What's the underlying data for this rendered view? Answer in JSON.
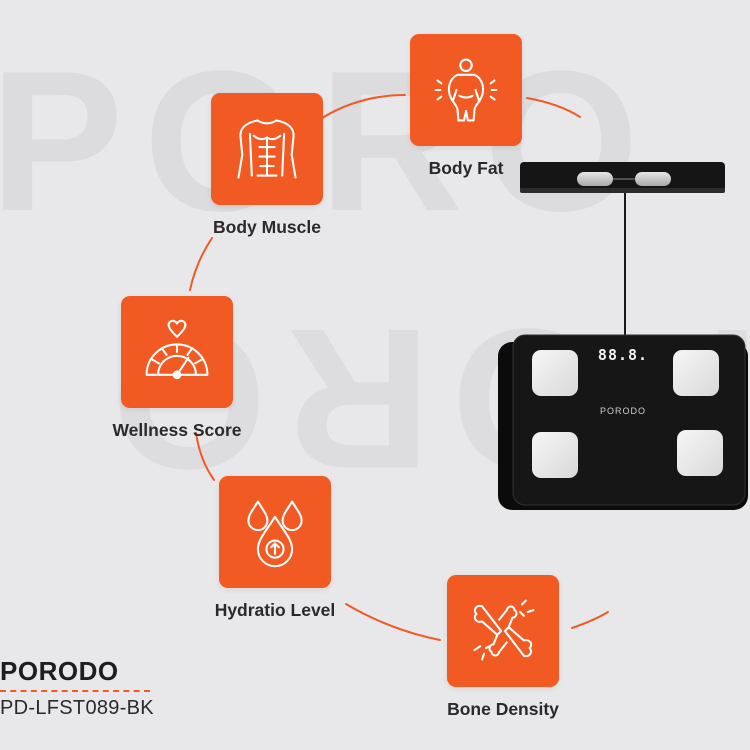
{
  "watermark": "PORO",
  "features": [
    {
      "id": "body-fat",
      "label": "Body Fat",
      "icon": "body-fat-icon"
    },
    {
      "id": "body-muscle",
      "label": "Body Muscle",
      "icon": "muscle-torso-icon"
    },
    {
      "id": "wellness-score",
      "label": "Wellness Score",
      "icon": "heart-gauge-icon"
    },
    {
      "id": "hydration-level",
      "label": "Hydratio Level",
      "icon": "water-drops-icon"
    },
    {
      "id": "bone-density",
      "label": "Bone Density",
      "icon": "bone-icon"
    }
  ],
  "scale": {
    "display_reading": "88.8.",
    "brand_text": "PORODO"
  },
  "brand": {
    "logo": "PORODO",
    "model": "PD-LFST089-BK"
  },
  "colors": {
    "accent": "#f15a22",
    "background": "#e8e8ea",
    "device": "#141414",
    "text": "#2a2a2c"
  }
}
